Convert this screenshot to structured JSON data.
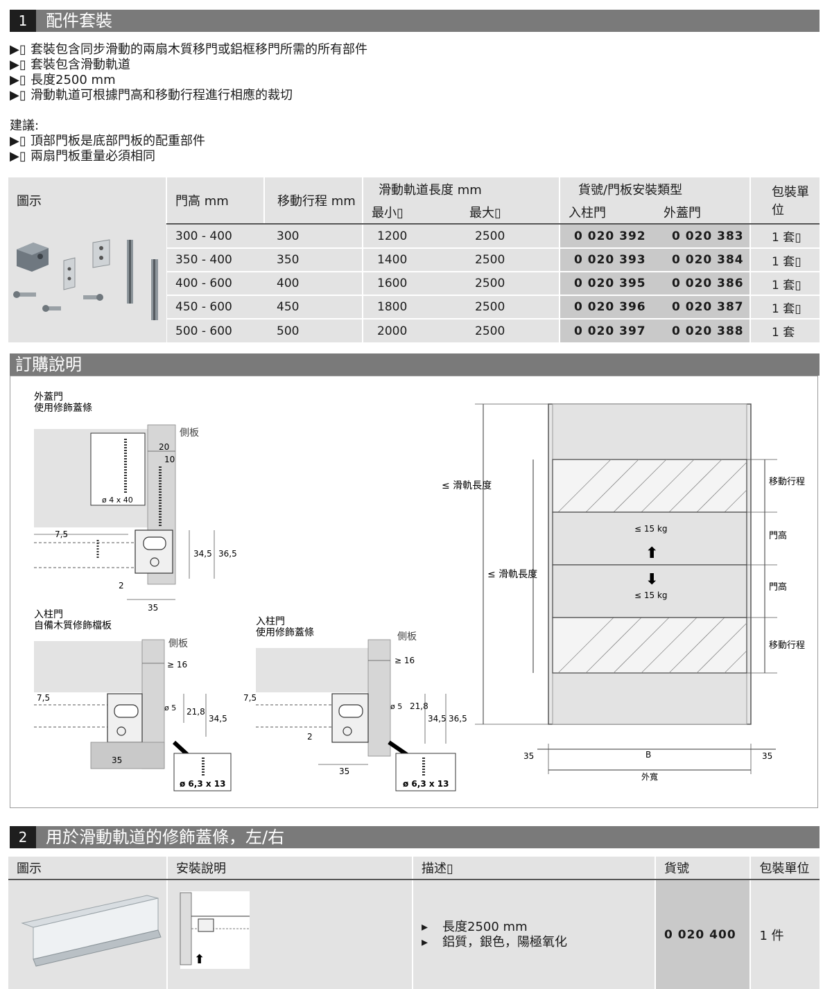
{
  "section1": {
    "num": "1",
    "title": "配件套裝",
    "bullets": [
      "套裝包含同步滑動的兩扇木質移門或鋁框移門所需的所有部件",
      "套裝包含滑動軌道",
      "長度2500 mm",
      "滑動軌道可根據門高和移動行程進行相應的裁切"
    ],
    "advice_label": "建議:",
    "advice": [
      "頂部門板是底部門板的配重部件",
      "兩扇門板重量必須相同"
    ],
    "bullet_marker": "▶▯"
  },
  "table1": {
    "headers": {
      "image": "圖示",
      "door_height": "門高 mm",
      "travel": "移動行程 mm",
      "rail_length": "滑動軌道長度 mm",
      "rail_min": "最小▯",
      "rail_max": "最大▯",
      "part_no": "貨號/門板安裝類型",
      "inset": "入柱門",
      "overlay": "外蓋門",
      "pack": "包裝單位"
    },
    "rows": [
      {
        "door_height": "300 - 400",
        "travel": "300",
        "min": "1200",
        "max": "2500",
        "inset": "0 020 392",
        "overlay": "0 020 383",
        "pack": "1 套▯"
      },
      {
        "door_height": "350 - 400",
        "travel": "350",
        "min": "1400",
        "max": "2500",
        "inset": "0 020 393",
        "overlay": "0 020 384",
        "pack": "1 套▯"
      },
      {
        "door_height": "400 - 600",
        "travel": "400",
        "min": "1600",
        "max": "2500",
        "inset": "0 020 395",
        "overlay": "0 020 386",
        "pack": "1 套▯"
      },
      {
        "door_height": "450 - 600",
        "travel": "450",
        "min": "1800",
        "max": "2500",
        "inset": "0 020 396",
        "overlay": "0 020 387",
        "pack": "1 套▯"
      },
      {
        "door_height": "500 - 600",
        "travel": "500",
        "min": "2000",
        "max": "2500",
        "inset": "0 020 397",
        "overlay": "0 020 388",
        "pack": "1 套"
      }
    ]
  },
  "ordering": {
    "title": "訂購說明",
    "d1": {
      "title1": "外蓋門",
      "title2": "使用修飾蓋條",
      "side": "側板",
      "dims": [
        "20",
        "10",
        "7,5",
        "34,5",
        "36,5",
        "2",
        "35"
      ],
      "screw": "ø 4 x 40"
    },
    "d2": {
      "title1": "入柱門",
      "title2": "自備木質修飾檔板",
      "side": "側板",
      "dims": [
        "≥ 16",
        "7,5",
        "ø 5",
        "21,8",
        "34,5",
        "35"
      ],
      "screw": "ø 6,3 x 13"
    },
    "d3": {
      "title1": "入柱門",
      "title2": "使用修飾蓋條",
      "side": "側板",
      "dims": [
        "≥ 16",
        "7,5",
        "ø 5",
        "21,8",
        "34,5",
        "36,5",
        "2",
        "35"
      ],
      "screw": "ø 6,3 x 13"
    },
    "cab": {
      "rail1": "≤ 滑軌長度",
      "rail2": "≤ 滑軌長度",
      "travel1": "移動行程",
      "door1": "門高",
      "door2": "門高",
      "travel2": "移動行程",
      "kg1": "≤ 15 kg",
      "kg2": "≤ 15 kg",
      "left": "35",
      "b": "B",
      "right": "35",
      "width": "外寬"
    }
  },
  "section2": {
    "num": "2",
    "title": "用於滑動軌道的修飾蓋條，左/右",
    "headers": {
      "image": "圖示",
      "install": "安裝說明",
      "desc": "描述▯",
      "part": "貨號",
      "pack": "包裝單位"
    },
    "desc": [
      "長度2500 mm",
      "鋁質，銀色，陽極氧化"
    ],
    "part": "0 020 400",
    "pack": "1 件"
  }
}
